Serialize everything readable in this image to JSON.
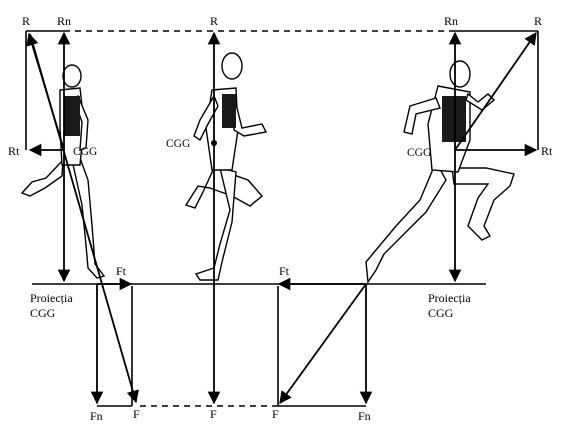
{
  "labels": {
    "r": "R",
    "rn": "Rn",
    "rt": "Rt",
    "cgg": "CGG",
    "ft": "Ft",
    "fn": "Fn",
    "f": "F",
    "proiectia": "Proiecția",
    "proiectia_cgg": "CGG"
  },
  "colors": {
    "ink": "#000000",
    "skin": "#ffffff",
    "vest": "#1a1a1a"
  },
  "icons": {
    "runner": "runner-figure-icon",
    "arrow": "force-arrow-icon"
  }
}
